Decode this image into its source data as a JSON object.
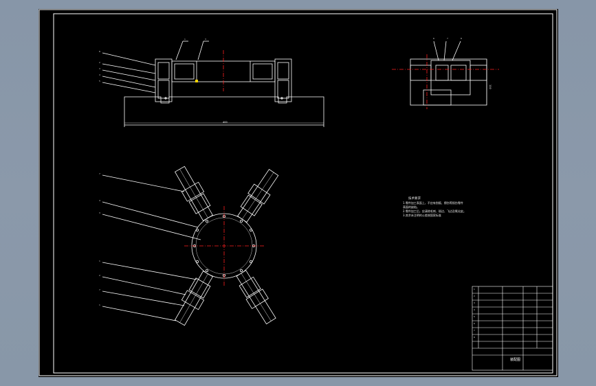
{
  "drawing": {
    "colors": {
      "sheet": "#000000",
      "lines": "#ffffff",
      "centerline": "#ff2020",
      "highlight": "#ffd400",
      "viewport": "#8796a8"
    },
    "callouts_front": [
      "8",
      "2",
      "3",
      "4",
      "5"
    ],
    "callouts_front_top": [
      "1",
      "3"
    ],
    "callouts_side": [
      "6",
      "7",
      "8"
    ],
    "callouts_plan": [
      "7",
      "4",
      "3",
      "1",
      "2",
      "7",
      "1"
    ],
    "dimension_front": "400",
    "dimension_side": "110"
  },
  "notes": {
    "heading": "技术要求",
    "lines": [
      "1.零件加工表面上，不应有划痕、擦伤等损伤零件",
      "表面的缺陷。",
      "2.零件加工后，应清除毛刺、锐边、飞边及氧化皮。",
      "3.其余未注明的公差按国家标准"
    ]
  },
  "title_block": {
    "rows": [
      [
        "1",
        "",
        ""
      ],
      [
        "2",
        "",
        ""
      ],
      [
        "3",
        "",
        ""
      ],
      [
        "4",
        "",
        ""
      ],
      [
        "5",
        "",
        ""
      ],
      [
        "6",
        "",
        ""
      ],
      [
        "7",
        "",
        ""
      ],
      [
        "8",
        "",
        ""
      ]
    ],
    "drawing_name": "装配图"
  }
}
